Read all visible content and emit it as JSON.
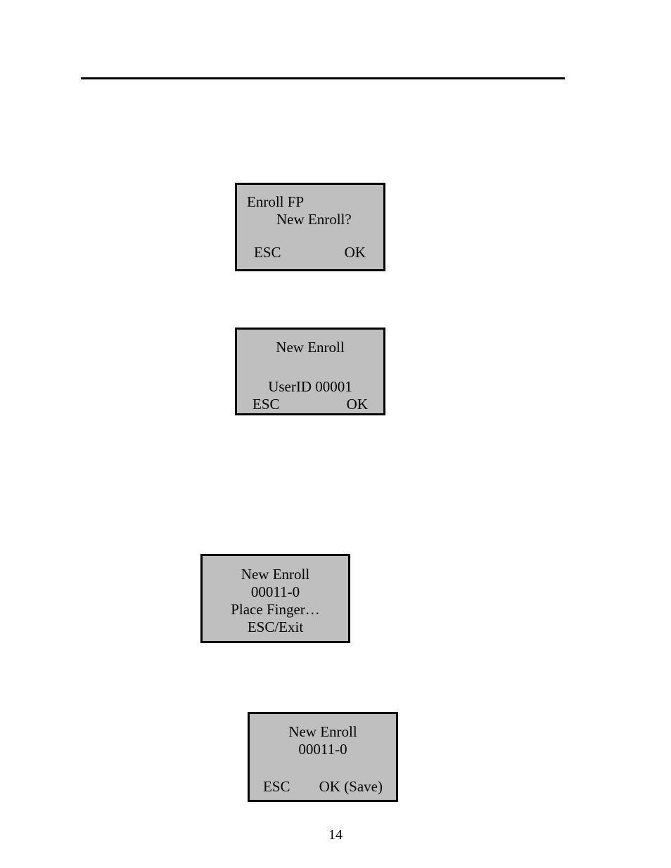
{
  "document": {
    "page_number": "14",
    "header_rule": true,
    "background_color": "#ffffff",
    "text_color": "#000000"
  },
  "lcd_screens": [
    {
      "id": "enroll-fp",
      "title": "Enroll FP",
      "prompt": "New Enroll?",
      "left_key": "ESC",
      "right_key": "OK",
      "fill_color": "#bfbfbf",
      "border_color": "#000000"
    },
    {
      "id": "new-enroll-userid",
      "title": "New Enroll",
      "value": "UserID 00001",
      "left_key": "ESC",
      "right_key": "OK",
      "fill_color": "#bfbfbf",
      "border_color": "#000000"
    },
    {
      "id": "place-finger",
      "title": "New Enroll",
      "value": "00011-0",
      "prompt": "Place Finger…",
      "exit_key": "ESC/Exit",
      "fill_color": "#bfbfbf",
      "border_color": "#000000"
    },
    {
      "id": "save",
      "title": "New Enroll",
      "value": "00011-0",
      "left_key": "ESC",
      "right_key": "OK (Save)",
      "fill_color": "#bfbfbf",
      "border_color": "#000000"
    }
  ]
}
